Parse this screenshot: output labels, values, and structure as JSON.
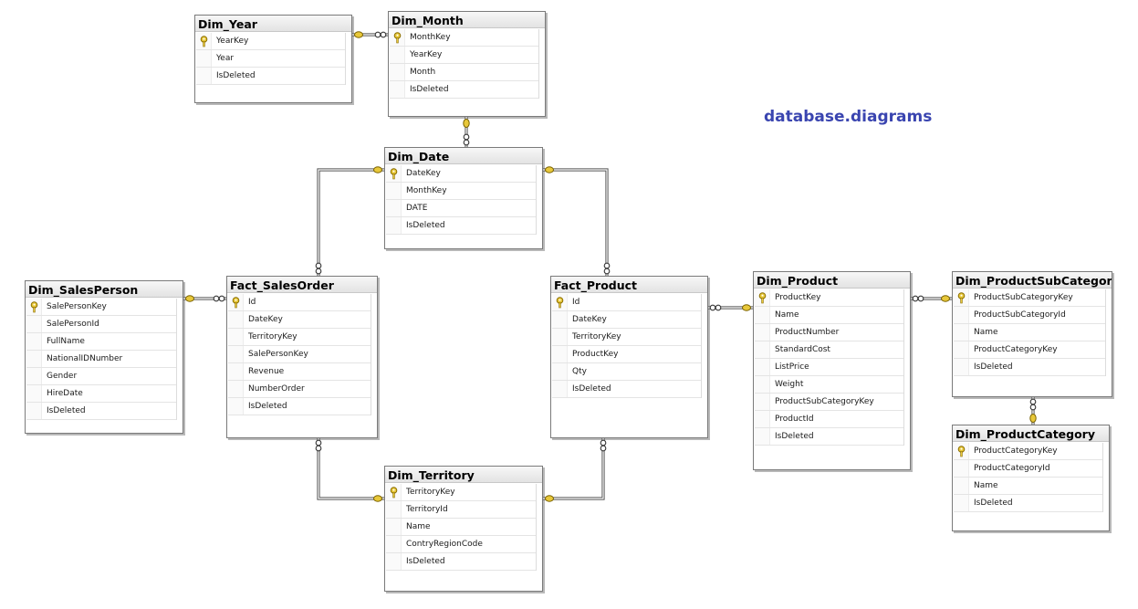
{
  "watermark": "database.diagrams",
  "colors": {
    "header_bg": "#e6e6e6",
    "border": "#7a7a7a",
    "connector": "#555555",
    "key_fill": "#e8c83a",
    "watermark": "#3a45b0"
  },
  "tables": [
    {
      "id": "dim_year",
      "title": "Dim_Year",
      "columns": [
        {
          "name": "YearKey",
          "pk": true
        },
        {
          "name": "Year",
          "pk": false
        },
        {
          "name": "IsDeleted",
          "pk": false
        }
      ]
    },
    {
      "id": "dim_month",
      "title": "Dim_Month",
      "columns": [
        {
          "name": "MonthKey",
          "pk": true
        },
        {
          "name": "YearKey",
          "pk": false
        },
        {
          "name": "Month",
          "pk": false
        },
        {
          "name": "IsDeleted",
          "pk": false
        }
      ]
    },
    {
      "id": "dim_date",
      "title": "Dim_Date",
      "columns": [
        {
          "name": "DateKey",
          "pk": true
        },
        {
          "name": "MonthKey",
          "pk": false
        },
        {
          "name": "DATE",
          "pk": false
        },
        {
          "name": "IsDeleted",
          "pk": false
        }
      ]
    },
    {
      "id": "dim_salesperson",
      "title": "Dim_SalesPerson",
      "columns": [
        {
          "name": "SalePersonKey",
          "pk": true
        },
        {
          "name": "SalePersonId",
          "pk": false
        },
        {
          "name": "FullName",
          "pk": false
        },
        {
          "name": "NationalIDNumber",
          "pk": false
        },
        {
          "name": "Gender",
          "pk": false
        },
        {
          "name": "HireDate",
          "pk": false
        },
        {
          "name": "IsDeleted",
          "pk": false
        }
      ]
    },
    {
      "id": "fact_salesorder",
      "title": "Fact_SalesOrder",
      "columns": [
        {
          "name": "Id",
          "pk": true
        },
        {
          "name": "DateKey",
          "pk": false
        },
        {
          "name": "TerritoryKey",
          "pk": false
        },
        {
          "name": "SalePersonKey",
          "pk": false
        },
        {
          "name": "Revenue",
          "pk": false
        },
        {
          "name": "NumberOrder",
          "pk": false
        },
        {
          "name": "IsDeleted",
          "pk": false
        }
      ]
    },
    {
      "id": "fact_product",
      "title": "Fact_Product",
      "columns": [
        {
          "name": "Id",
          "pk": true
        },
        {
          "name": "DateKey",
          "pk": false
        },
        {
          "name": "TerritoryKey",
          "pk": false
        },
        {
          "name": "ProductKey",
          "pk": false
        },
        {
          "name": "Qty",
          "pk": false
        },
        {
          "name": "IsDeleted",
          "pk": false
        }
      ]
    },
    {
      "id": "dim_product",
      "title": "Dim_Product",
      "columns": [
        {
          "name": "ProductKey",
          "pk": true
        },
        {
          "name": "Name",
          "pk": false
        },
        {
          "name": "ProductNumber",
          "pk": false
        },
        {
          "name": "StandardCost",
          "pk": false
        },
        {
          "name": "ListPrice",
          "pk": false
        },
        {
          "name": "Weight",
          "pk": false
        },
        {
          "name": "ProductSubCategoryKey",
          "pk": false
        },
        {
          "name": "ProductId",
          "pk": false
        },
        {
          "name": "IsDeleted",
          "pk": false
        }
      ]
    },
    {
      "id": "dim_productsubcategory",
      "title": "Dim_ProductSubCategory",
      "columns": [
        {
          "name": "ProductSubCategoryKey",
          "pk": true
        },
        {
          "name": "ProductSubCategoryId",
          "pk": false
        },
        {
          "name": "Name",
          "pk": false
        },
        {
          "name": "ProductCategoryKey",
          "pk": false
        },
        {
          "name": "IsDeleted",
          "pk": false
        }
      ]
    },
    {
      "id": "dim_productcategory",
      "title": "Dim_ProductCategory",
      "columns": [
        {
          "name": "ProductCategoryKey",
          "pk": true
        },
        {
          "name": "ProductCategoryId",
          "pk": false
        },
        {
          "name": "Name",
          "pk": false
        },
        {
          "name": "IsDeleted",
          "pk": false
        }
      ]
    },
    {
      "id": "dim_territory",
      "title": "Dim_Territory",
      "columns": [
        {
          "name": "TerritoryKey",
          "pk": true
        },
        {
          "name": "TerritoryId",
          "pk": false
        },
        {
          "name": "Name",
          "pk": false
        },
        {
          "name": "ContryRegionCode",
          "pk": false
        },
        {
          "name": "IsDeleted",
          "pk": false
        }
      ]
    }
  ],
  "relationships": [
    {
      "one": "dim_year",
      "many": "dim_month"
    },
    {
      "one": "dim_month",
      "many": "dim_date"
    },
    {
      "one": "dim_date",
      "many": "fact_salesorder"
    },
    {
      "one": "dim_date",
      "many": "fact_product"
    },
    {
      "one": "dim_salesperson",
      "many": "fact_salesorder"
    },
    {
      "one": "dim_territory",
      "many": "fact_salesorder"
    },
    {
      "one": "dim_territory",
      "many": "fact_product"
    },
    {
      "one": "dim_product",
      "many": "fact_product"
    },
    {
      "one": "dim_productsubcategory",
      "many": "dim_product"
    },
    {
      "one": "dim_productcategory",
      "many": "dim_productsubcategory"
    }
  ]
}
